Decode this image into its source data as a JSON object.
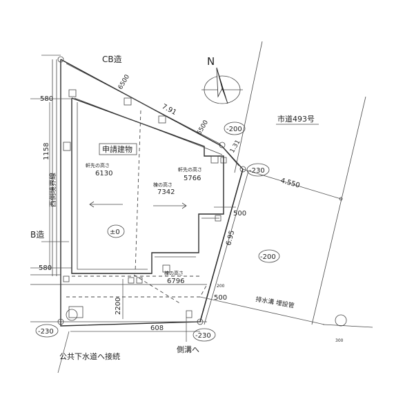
{
  "labels": {
    "cb_top": "CB造",
    "cb_left": "B造",
    "dim_580_top": "580",
    "dim_580_bottom": "580",
    "dim_1158": "1158",
    "west_boundary": "西側境界線",
    "dim_6500_a": "6500",
    "dim_791": "7.91",
    "dim_6500_b": "6500",
    "dim_131": "1.31",
    "building": "申請建物",
    "eave_label_1": "軒先の高さ",
    "eave_value_1": "6130",
    "eave_label_2": "軒先の高さ",
    "eave_value_2": "5766",
    "ridge_label_1": "棟の高さ",
    "ridge_value_1": "7342",
    "ridge_label_2": "棟の高さ",
    "ridge_value_2": "6796",
    "level_zero": "±0",
    "level_200_top": "-200",
    "level_200_mid": "-200",
    "level_230_right": "-230",
    "level_230_left": "-230",
    "level_230_bottom": "-230",
    "road": "市道493号",
    "dim_4550": "4.550",
    "dim_500_right": "500",
    "dim_695": "6.95",
    "dim_500_bottom": "500",
    "dim_2200": "2200",
    "dim_608": "608",
    "dim_200_small": "200",
    "sewer": "公共下水道へ接続",
    "gutter": "側溝へ",
    "handwritten": "排水溝\n埋設管",
    "north": "N",
    "small_300": "300"
  },
  "colors": {
    "line": "#2a2a2a",
    "paper": "#ffffff"
  }
}
